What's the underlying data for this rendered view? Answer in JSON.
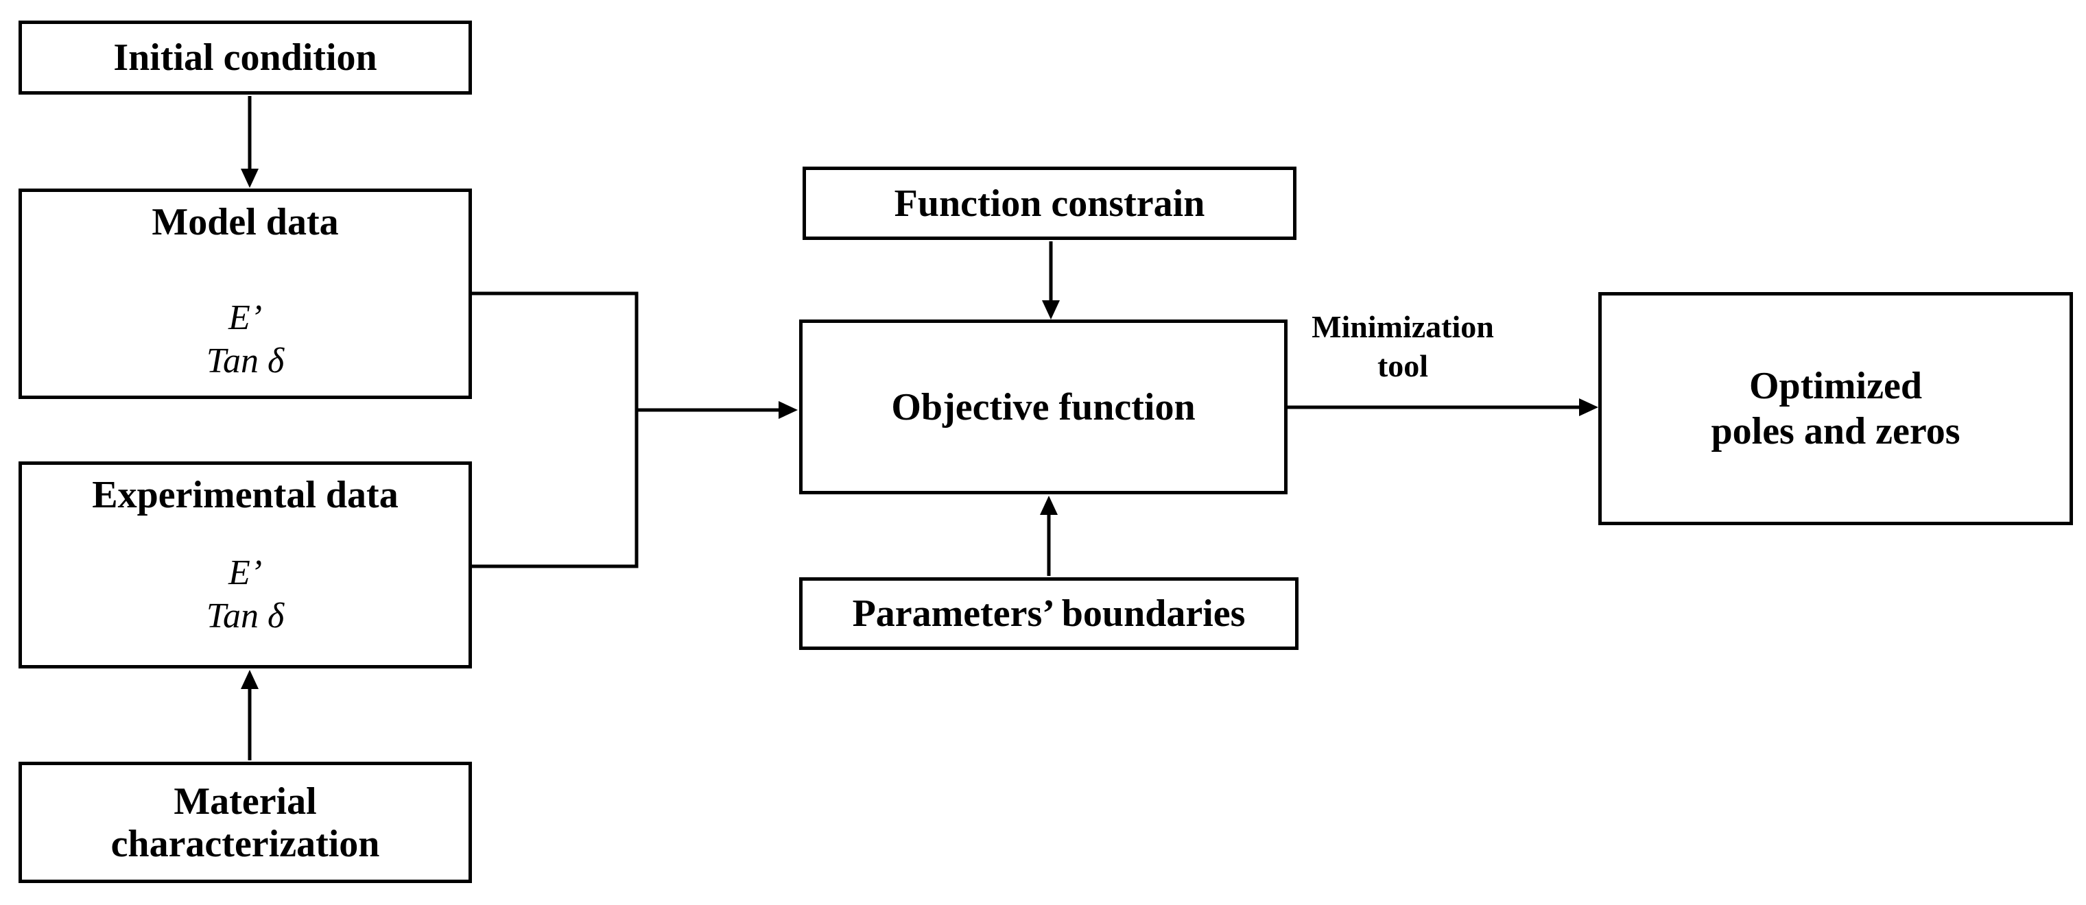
{
  "diagram": {
    "colors": {
      "line": "#000000",
      "background": "#ffffff",
      "text": "#000000"
    },
    "boxes": {
      "initial_condition": {
        "label": "Initial condition"
      },
      "model_data": {
        "title": "Model data",
        "items": [
          "E’",
          "Tan δ"
        ]
      },
      "experimental_data": {
        "title": "Experimental data",
        "items": [
          "E’",
          "Tan δ"
        ]
      },
      "material_characterization": {
        "label": "Material\ncharacterization"
      },
      "function_constrain": {
        "label": "Function constrain"
      },
      "objective_function": {
        "label": "Objective function"
      },
      "parameters_boundaries": {
        "label": "Parameters’ boundaries"
      },
      "optimized_poles_and_zeros": {
        "label": "Optimized\npoles and zeros"
      }
    },
    "edge_labels": {
      "minimization_tool": "Minimization\ntool"
    }
  }
}
